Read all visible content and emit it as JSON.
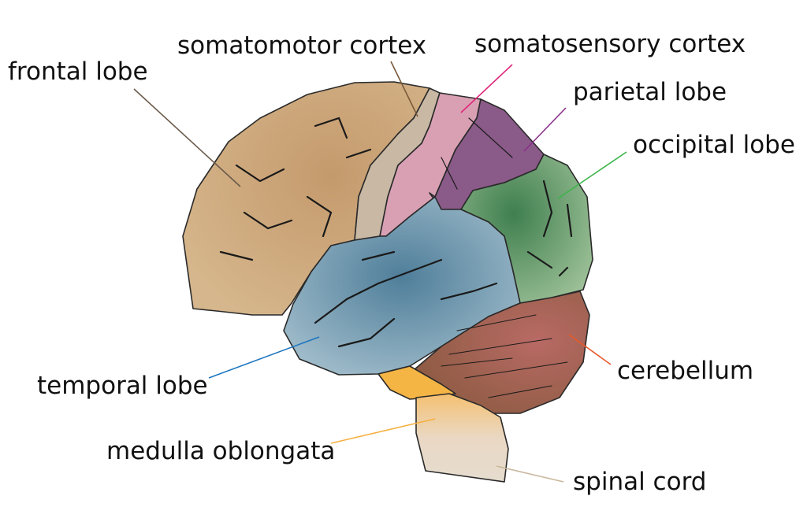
{
  "labels": {
    "somatomotor_cortex": "somatomotor cortex",
    "somatosensory_cortex": "somatosensory cortex",
    "frontal_lobe": "frontal lobe",
    "parietal_lobe": "parietal lobe",
    "occipital_lobe": "occipital lobe",
    "cerebellum": "cerebellum",
    "temporal_lobe": "temporal lobe",
    "medulla_oblongata": "medulla oblongata",
    "spinal_cord": "spinal cord"
  },
  "colors": {
    "frontal_lobe": "#c9a273",
    "somatomotor_cortex": "#c8b8a4",
    "somatosensory_cortex": "#d9a0b4",
    "parietal_lobe": "#8a5a88",
    "occipital_lobe": "#6a9a6a",
    "temporal_lobe": "#6e9ab0",
    "cerebellum": "#b87566",
    "medulla_oblongata": "#f5b545",
    "spinal_cord": "#e6d8c8",
    "leader_frontal": "#6b5a4a",
    "leader_somatomotor": "#7a5a3a",
    "leader_somatosensory": "#e0267a",
    "leader_parietal": "#8b2f8b",
    "leader_occipital": "#3cb44b",
    "leader_cerebellum": "#e8582a",
    "leader_temporal": "#1f77c0",
    "leader_medulla": "#f5b041",
    "leader_spinal": "#c9b79c"
  }
}
